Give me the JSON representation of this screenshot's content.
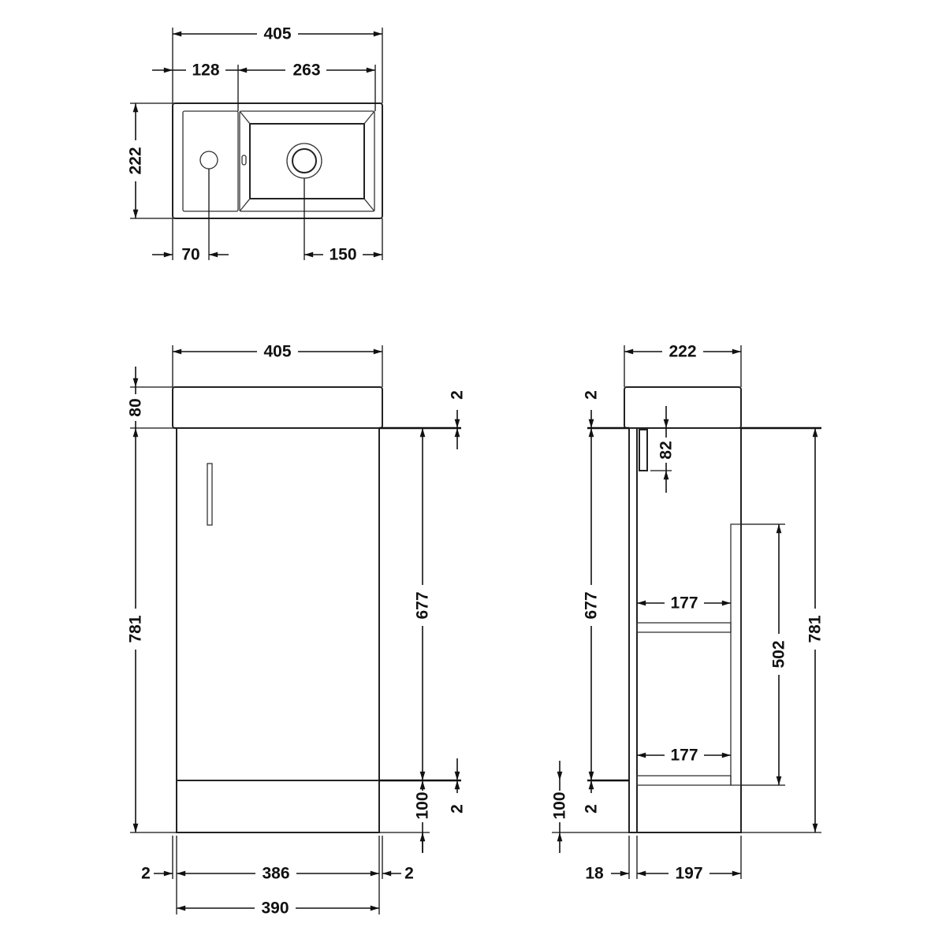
{
  "title": "Cloakroom basin vanity unit dimension drawing",
  "units": "mm",
  "plan_view": {
    "overall_width": "405",
    "tap_ledge_width": "128",
    "bowl_width": "263",
    "depth": "222",
    "tap_hole_offset": "70",
    "waste_offset": "150"
  },
  "front_view": {
    "overall_width": "405",
    "basin_height": "80",
    "gap_top": "2",
    "unit_height": "781",
    "door_height": "677",
    "plinth_height": "100",
    "gap_bottom": "2",
    "side_gap_left": "2",
    "door_width": "386",
    "side_gap_right": "2",
    "carcass_width": "390"
  },
  "side_view": {
    "overall_depth": "222",
    "gap_top": "2",
    "handle_height": "82",
    "door_height": "677",
    "shelf_depth_top": "177",
    "shelf_depth_bottom": "177",
    "back_panel_height": "502",
    "unit_height": "781",
    "plinth_height": "100",
    "gap_bottom": "2",
    "door_thickness": "18",
    "carcass_depth": "197"
  },
  "colors": {
    "line": "#111111",
    "background": "#ffffff"
  }
}
